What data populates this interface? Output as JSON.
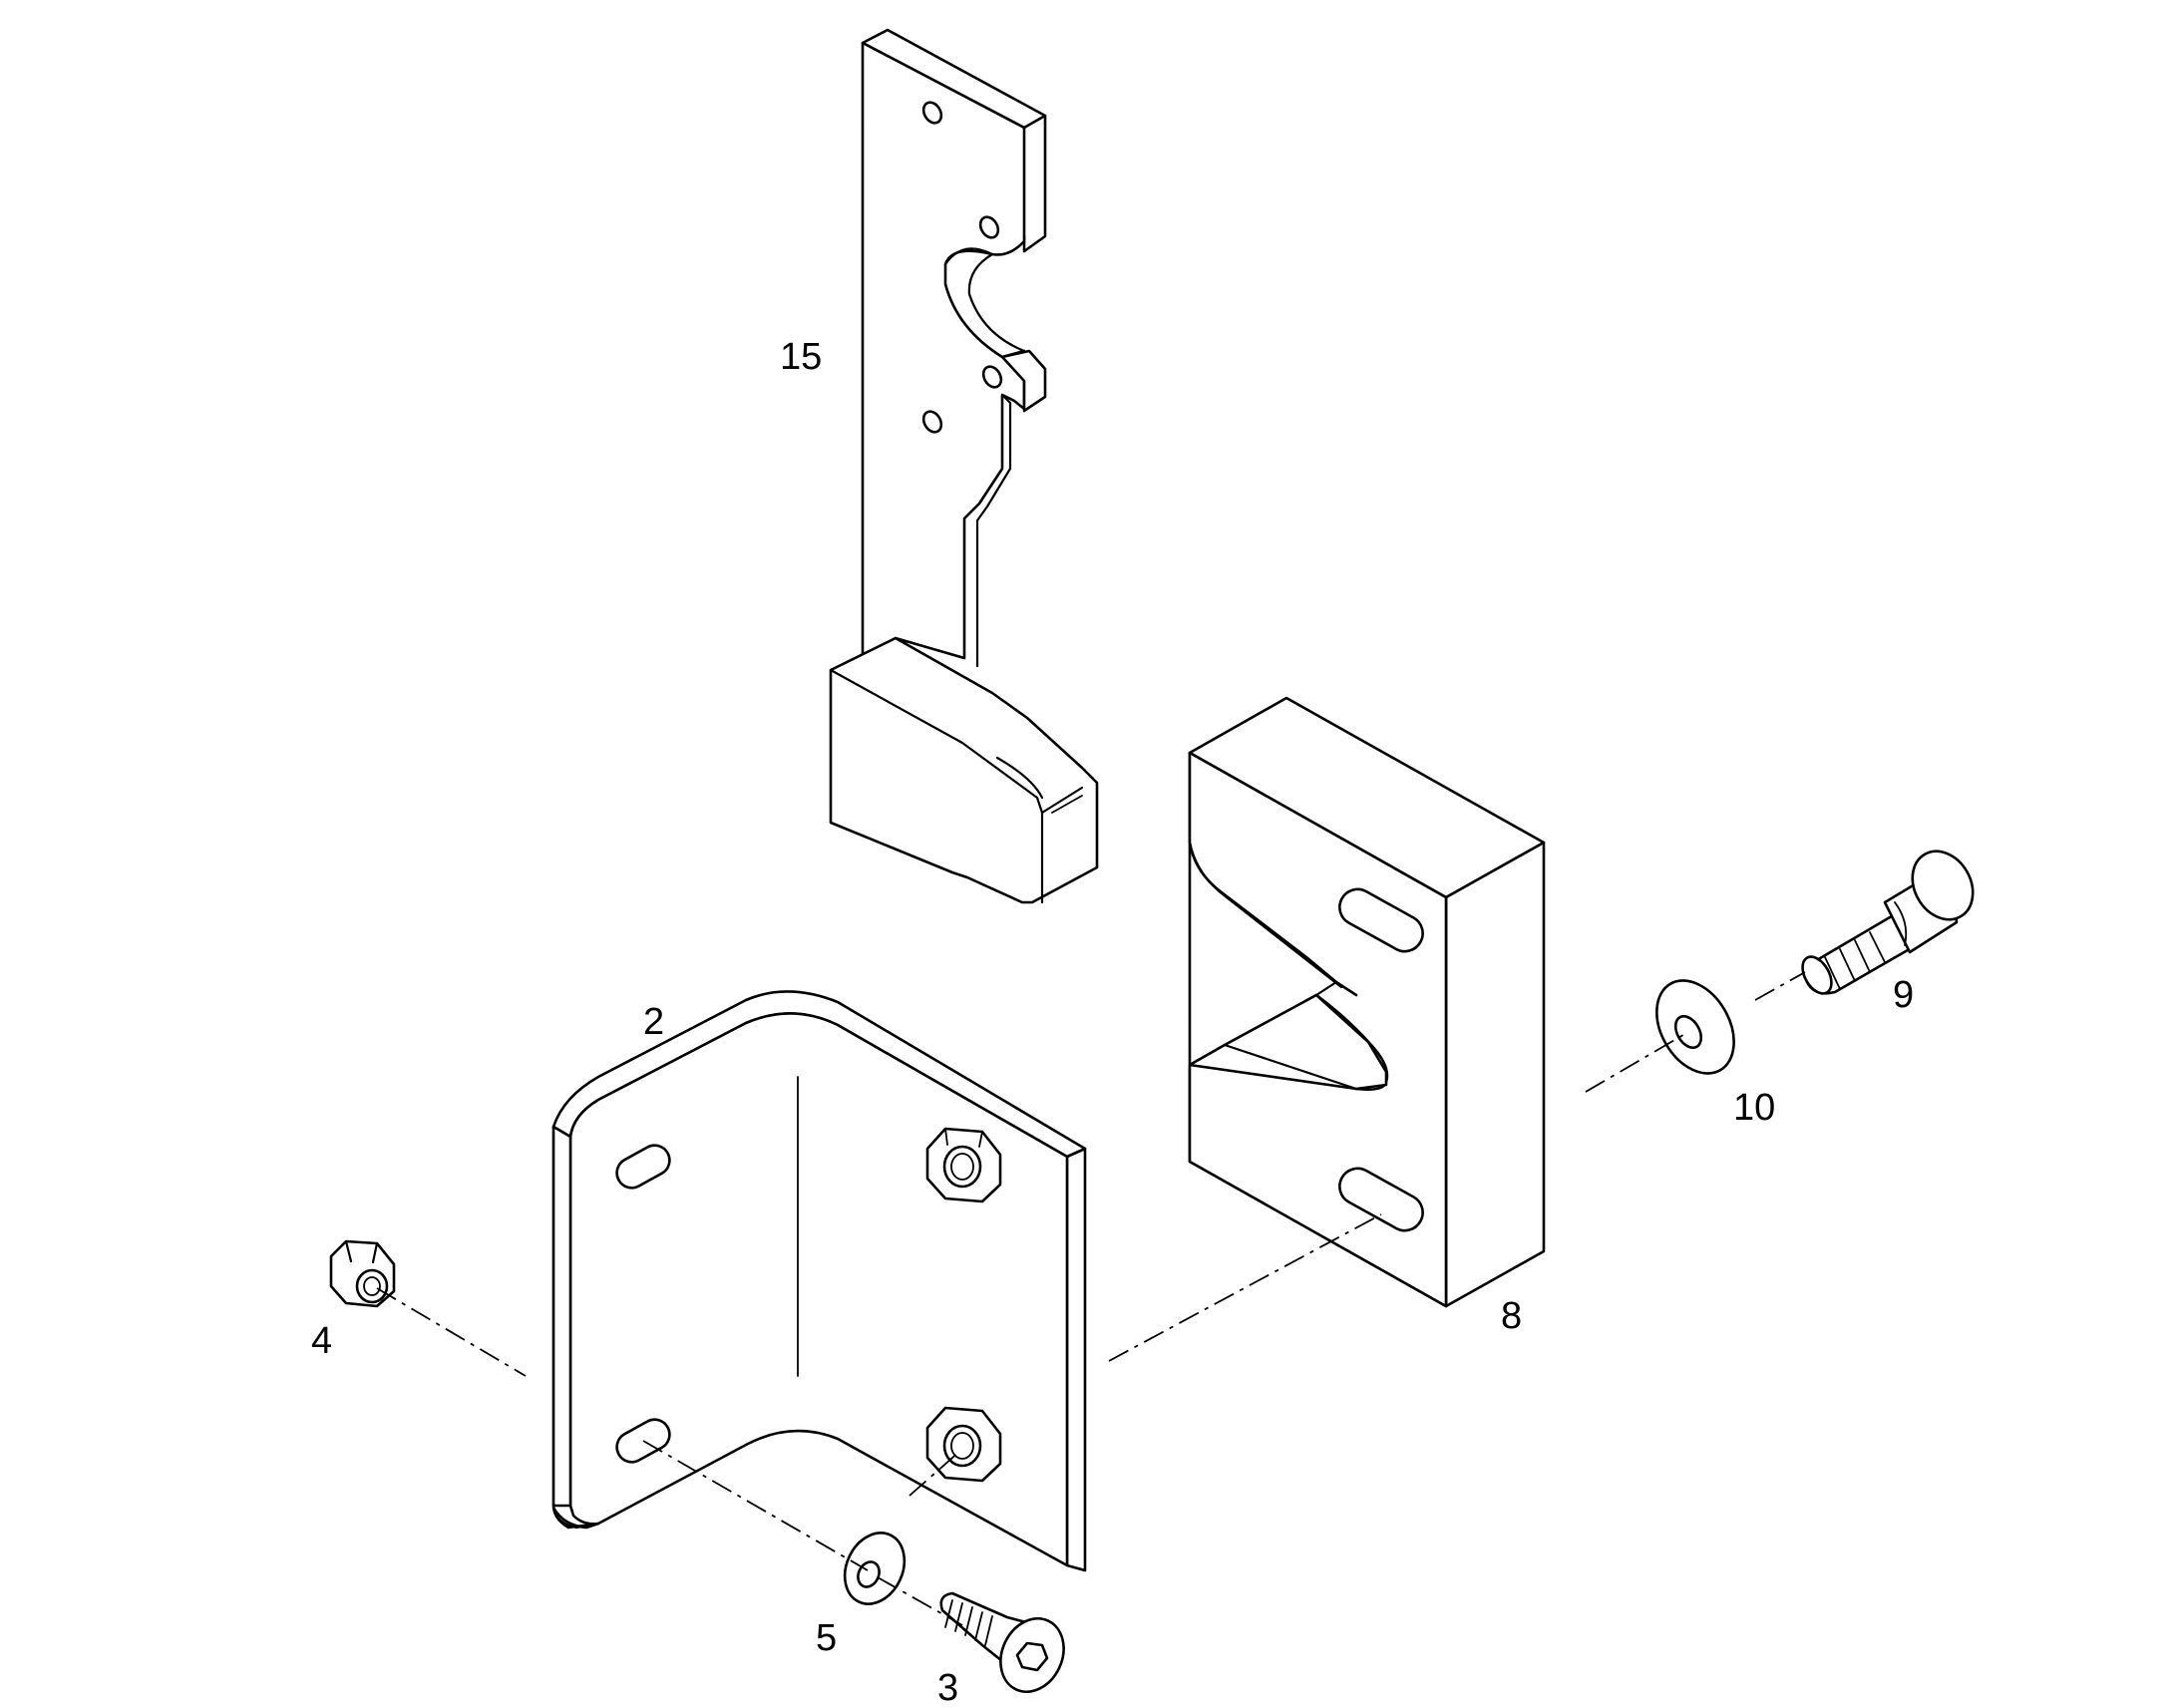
{
  "diagram": {
    "callouts": [
      {
        "id": "15",
        "label": "15"
      },
      {
        "id": "2",
        "label": "2"
      },
      {
        "id": "8",
        "label": "8"
      },
      {
        "id": "9",
        "label": "9"
      },
      {
        "id": "10",
        "label": "10"
      },
      {
        "id": "4",
        "label": "4"
      },
      {
        "id": "5",
        "label": "5"
      },
      {
        "id": "3",
        "label": "3"
      }
    ],
    "line_color": "#000000",
    "background_color": "#ffffff"
  }
}
